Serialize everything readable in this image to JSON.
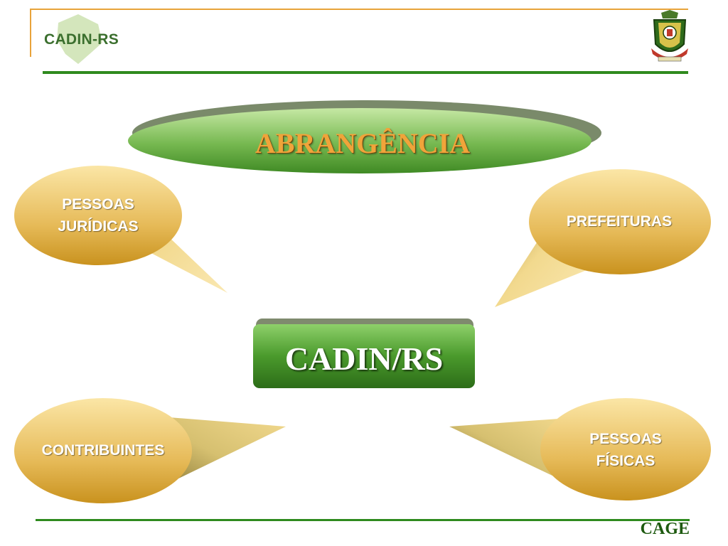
{
  "header": {
    "brand": "CADIN-RS"
  },
  "title": "ABRANGÊNCIA",
  "center": {
    "label": "CADIN/RS"
  },
  "items": [
    {
      "line1": "PESSOAS",
      "line2": "JURÍDICAS"
    },
    {
      "line1": "PREFEITURAS"
    },
    {
      "line1": "CONTRIBUINTES"
    },
    {
      "line1": "PESSOAS",
      "line2": "FÍSICAS"
    }
  ],
  "footer": {
    "org": "CAGE"
  },
  "colors": {
    "green_rule": "#2f8a1e",
    "orange_frame": "#e8a33a",
    "title_orange": "#f0a43a",
    "gold": "#e2b04a"
  }
}
